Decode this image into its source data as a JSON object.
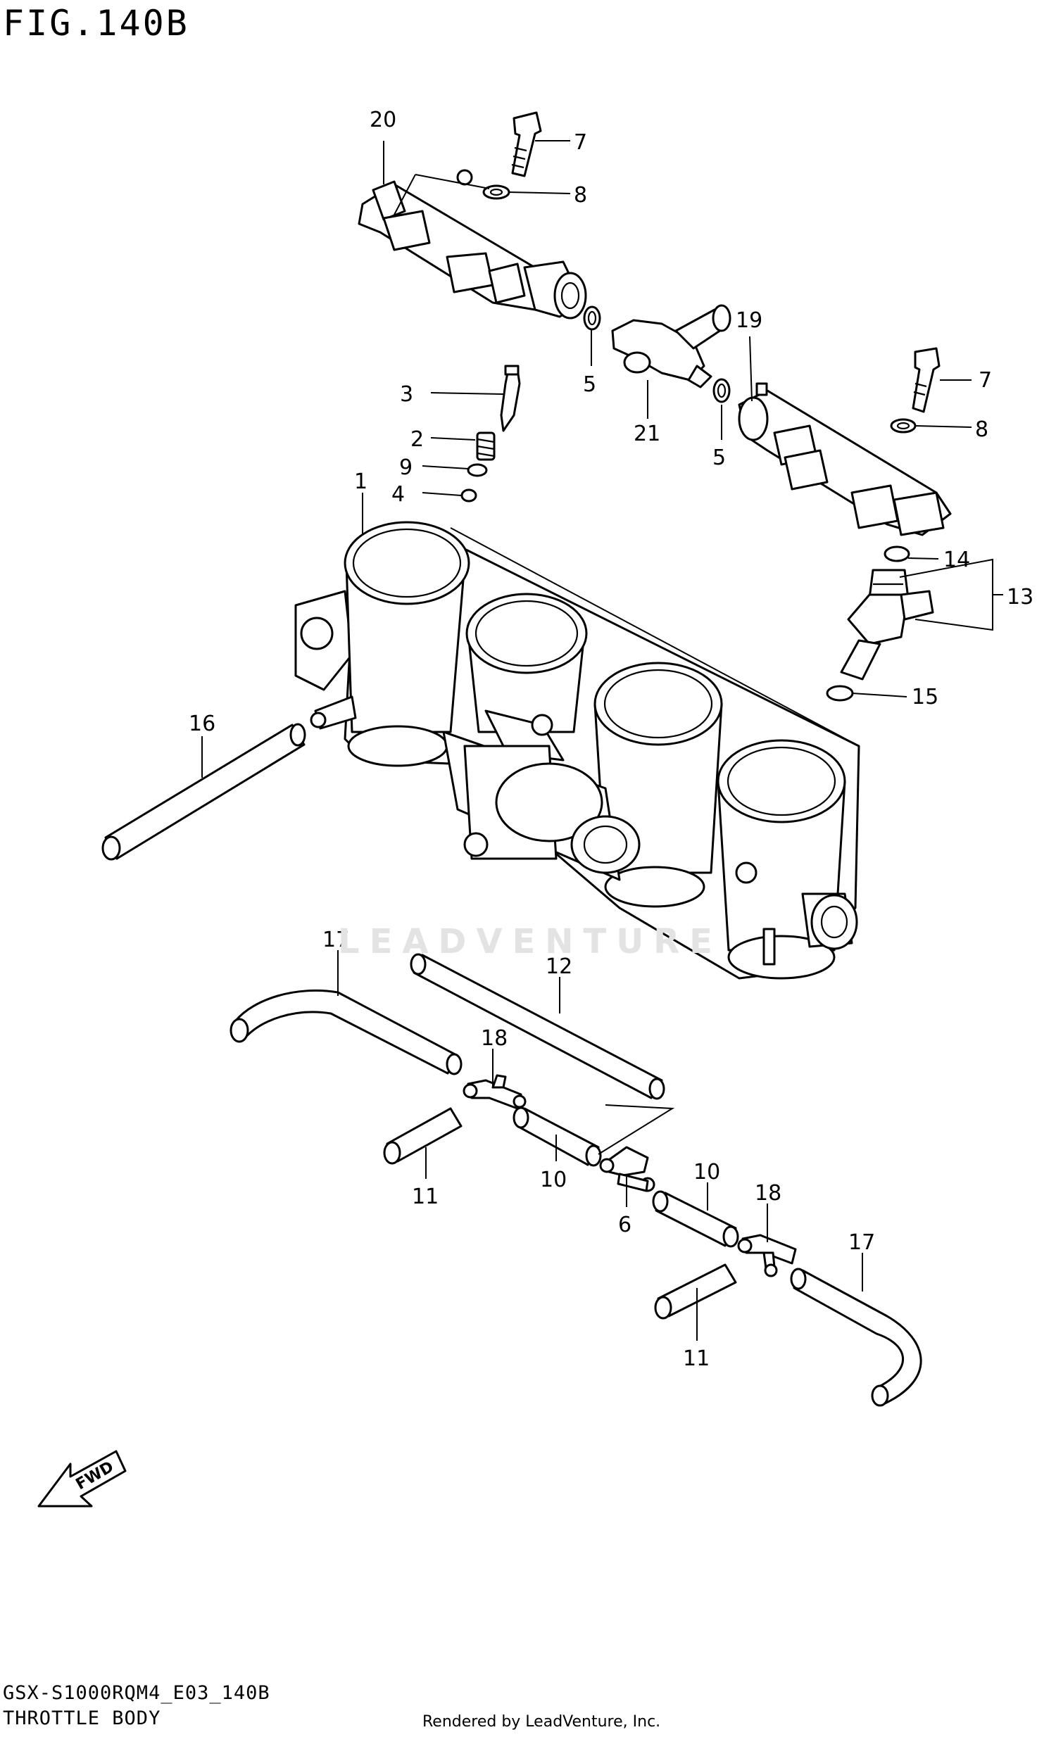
{
  "figure": {
    "title": "FIG.140B",
    "model_code": "GSX-S1000RQM4_E03_140B",
    "section_name": "THROTTLE BODY"
  },
  "watermark": "LEADVENTURE",
  "credit": "Rendered by LeadVenture, Inc.",
  "fwd_label": "FWD",
  "callouts": [
    {
      "id": "c20a",
      "label": "20"
    },
    {
      "id": "c7a",
      "label": "7"
    },
    {
      "id": "c8a",
      "label": "8"
    },
    {
      "id": "c19",
      "label": "19"
    },
    {
      "id": "c7b",
      "label": "7"
    },
    {
      "id": "c8b",
      "label": "8"
    },
    {
      "id": "c5a",
      "label": "5"
    },
    {
      "id": "c21",
      "label": "21"
    },
    {
      "id": "c5b",
      "label": "5"
    },
    {
      "id": "c3",
      "label": "3"
    },
    {
      "id": "c2",
      "label": "2"
    },
    {
      "id": "c9",
      "label": "9"
    },
    {
      "id": "c4",
      "label": "4"
    },
    {
      "id": "c1",
      "label": "1"
    },
    {
      "id": "c14",
      "label": "14"
    },
    {
      "id": "c13",
      "label": "13"
    },
    {
      "id": "c15",
      "label": "15"
    },
    {
      "id": "c16",
      "label": "16"
    },
    {
      "id": "c17a",
      "label": "17"
    },
    {
      "id": "c12",
      "label": "12"
    },
    {
      "id": "c18a",
      "label": "18"
    },
    {
      "id": "c11a",
      "label": "11"
    },
    {
      "id": "c10a",
      "label": "10"
    },
    {
      "id": "c6",
      "label": "6"
    },
    {
      "id": "c10b",
      "label": "10"
    },
    {
      "id": "c18b",
      "label": "18"
    },
    {
      "id": "c17b",
      "label": "17"
    },
    {
      "id": "c11b",
      "label": "11"
    }
  ]
}
